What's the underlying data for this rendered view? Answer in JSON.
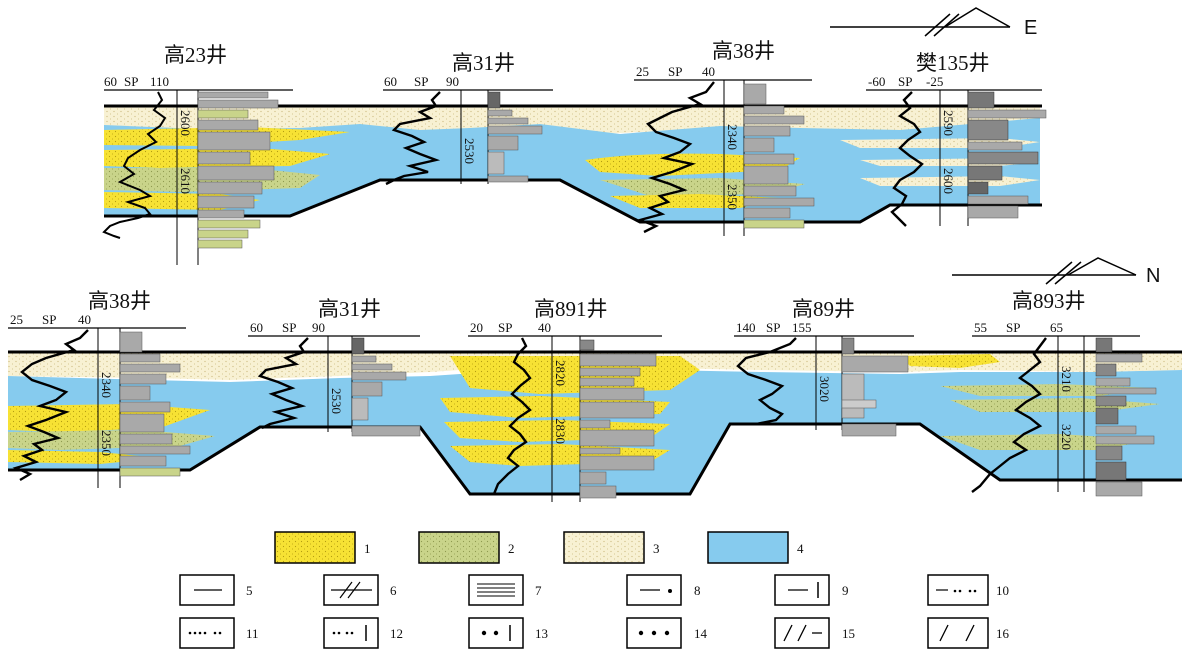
{
  "upper_section": {
    "direction": "E",
    "wells": [
      {
        "name": "高23井",
        "sp_left": "60",
        "sp_label": "SP",
        "sp_right": "110",
        "depths": [
          "2600",
          "2610"
        ]
      },
      {
        "name": "高31井",
        "sp_left": "60",
        "sp_label": "SP",
        "sp_right": "90",
        "depths": [
          "2530"
        ]
      },
      {
        "name": "高38井",
        "sp_left": "25",
        "sp_label": "SP",
        "sp_right": "40",
        "depths": [
          "2340",
          "2350"
        ]
      },
      {
        "name": "樊135井",
        "sp_left": "-60",
        "sp_label": "SP",
        "sp_right": "-25",
        "depths": [
          "2590",
          "2600"
        ]
      }
    ]
  },
  "lower_section": {
    "direction": "N",
    "wells": [
      {
        "name": "高38井",
        "sp_left": "25",
        "sp_label": "SP",
        "sp_right": "40",
        "depths": [
          "2340",
          "2350"
        ]
      },
      {
        "name": "高31井",
        "sp_left": "60",
        "sp_label": "SP",
        "sp_right": "90",
        "depths": [
          "2530"
        ]
      },
      {
        "name": "高891井",
        "sp_left": "20",
        "sp_label": "SP",
        "sp_right": "40",
        "depths": [
          "2820",
          "2830"
        ]
      },
      {
        "name": "高89井",
        "sp_left": "140",
        "sp_label": "SP",
        "sp_right": "155",
        "depths": [
          "3020"
        ]
      },
      {
        "name": "高893井",
        "sp_left": "55",
        "sp_label": "SP",
        "sp_right": "65",
        "depths": [
          "3210",
          "3220"
        ]
      }
    ]
  },
  "legend": [
    {
      "number": "1",
      "symbol": "fill-yellow",
      "color": "#f7e234"
    },
    {
      "number": "2",
      "symbol": "fill-green",
      "color": "#c9d48a"
    },
    {
      "number": "3",
      "symbol": "fill-beige",
      "color": "#f8f1d3"
    },
    {
      "number": "4",
      "symbol": "fill-blue",
      "color": "#86cbee"
    },
    {
      "number": "5",
      "symbol": "dash"
    },
    {
      "number": "6",
      "symbol": "double-slash"
    },
    {
      "number": "7",
      "symbol": "triple-line"
    },
    {
      "number": "8",
      "symbol": "dash-dot"
    },
    {
      "number": "9",
      "symbol": "dash-bar"
    },
    {
      "number": "10",
      "symbol": "dash-dots"
    },
    {
      "number": "11",
      "symbol": "dots"
    },
    {
      "number": "12",
      "symbol": "dots-bar"
    },
    {
      "number": "13",
      "symbol": "bigdots-bar"
    },
    {
      "number": "14",
      "symbol": "bigdots"
    },
    {
      "number": "15",
      "symbol": "slash-slash-dash"
    },
    {
      "number": "16",
      "symbol": "slash-slash"
    }
  ],
  "colors": {
    "sand_yellow": "#f7e234",
    "silt_green": "#c9d48a",
    "sand_beige": "#f8f1d3",
    "mud_blue": "#86cbee",
    "log_gray": "#a9a9a9"
  }
}
